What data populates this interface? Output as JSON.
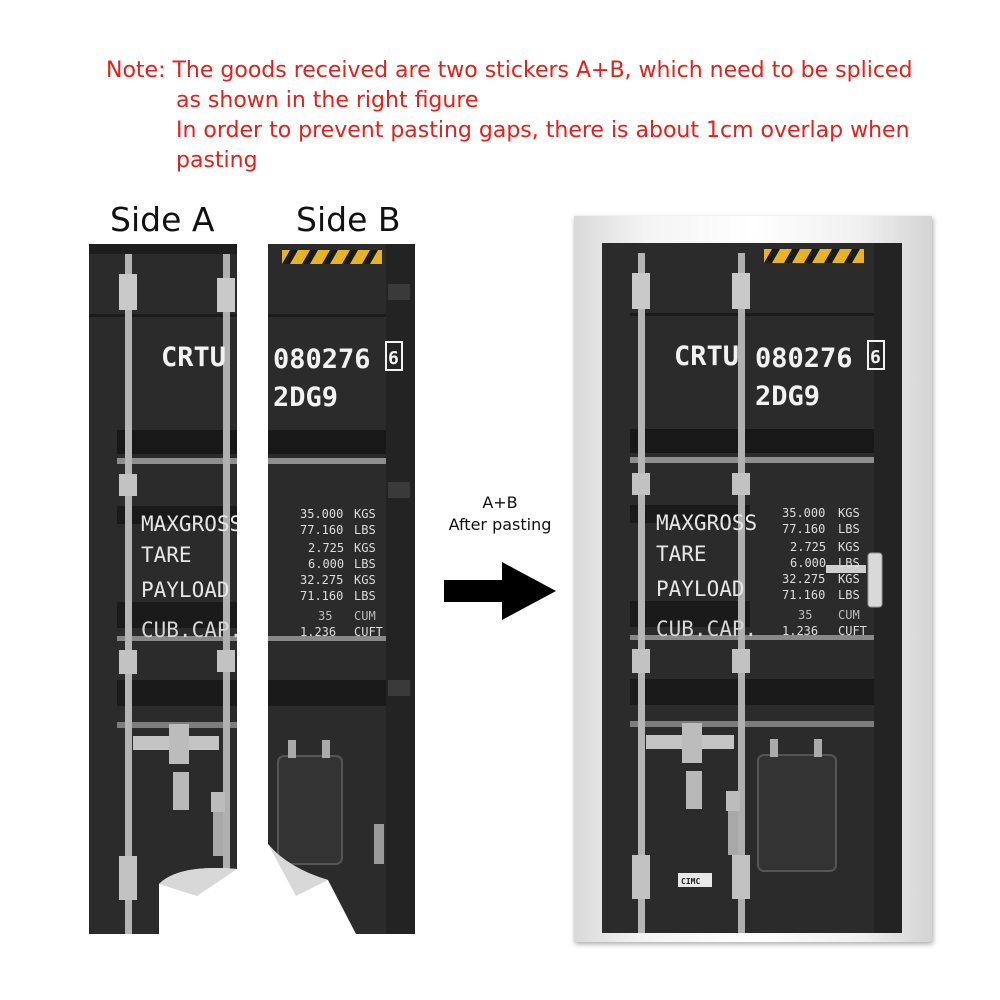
{
  "note": {
    "line1": "Note: The goods received are two stickers A+B, which need to be spliced",
    "line2": "as shown in the right figure",
    "line3": "In order to prevent pasting gaps, there is about 1cm overlap when",
    "line4": "pasting"
  },
  "side_a_title": "Side A",
  "side_b_title": "Side B",
  "arrow_label": {
    "line1": "A+B",
    "line2": "After pasting"
  },
  "container": {
    "owner_code": "CRTU",
    "serial": "080276",
    "check_digit": "6",
    "type_code": "2DG9",
    "labels": {
      "maxgross": "MAXGROSS",
      "tare": "TARE",
      "payload": "PAYLOAD",
      "cubcap": "CUB.CAP."
    },
    "maxgross_kgs": "35.000",
    "maxgross_lbs": "77.160",
    "tare_kgs": "2.725",
    "tare_lbs": "6.000",
    "payload_kgs": "32.275",
    "payload_lbs": "71.160",
    "cubcap_cum": "35",
    "cubcap_cuft": "1.236",
    "unit_kgs": "KGS",
    "unit_lbs": "LBS",
    "unit_cum": "CUM",
    "unit_cuft": "CUFT",
    "maker_plate": "CIMC"
  },
  "colors": {
    "note_red": "#e3201b",
    "container_dark": "#2a2a2a",
    "hazard_yellow": "#e6b422"
  }
}
